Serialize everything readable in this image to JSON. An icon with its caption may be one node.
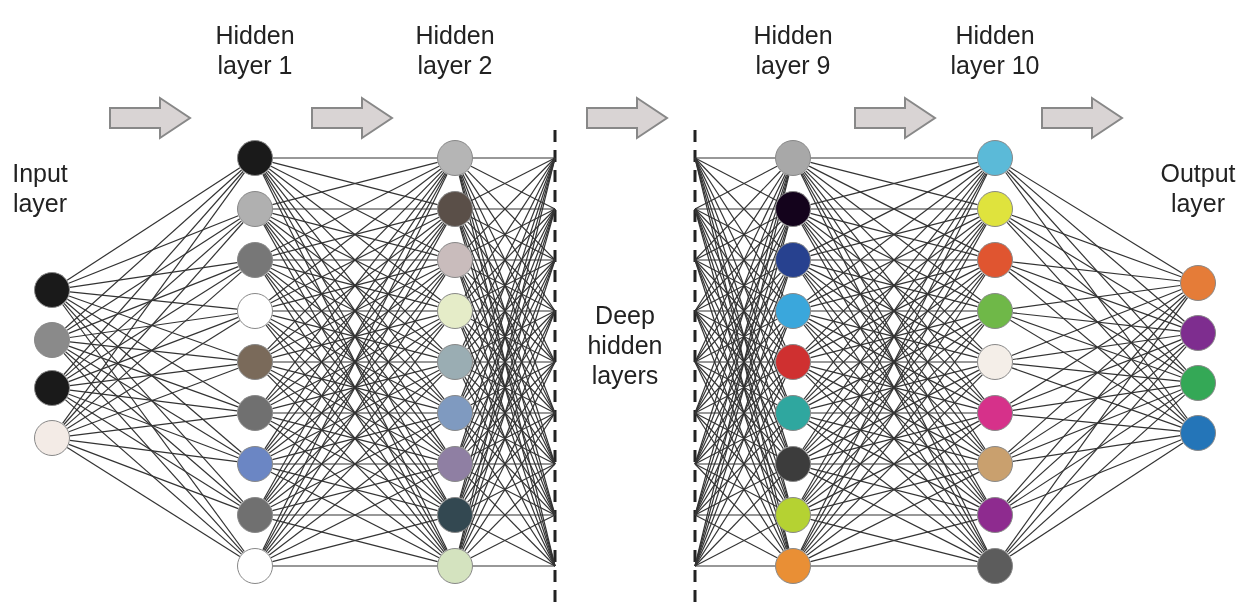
{
  "diagram": {
    "nodes": [
      {
        "text": [],
        "shape": "circle"
      },
      {
        "text": [],
        "shape": "circle"
      },
      {
        "text": [],
        "shape": "circle"
      },
      {
        "text": [],
        "shape": "circle"
      },
      {
        "text": [],
        "shape": "circle"
      },
      {
        "text": [],
        "shape": "circle"
      },
      {
        "text": [],
        "shape": "circle"
      },
      {
        "text": [],
        "shape": "circle"
      },
      {
        "text": [],
        "shape": "circle"
      },
      {
        "text": [],
        "shape": "circle"
      },
      {
        "text": [],
        "shape": "circle"
      },
      {
        "text": [],
        "shape": "circle"
      },
      {
        "text": [],
        "shape": "circle"
      },
      {
        "text": [],
        "shape": "circle"
      },
      {
        "text": [],
        "shape": "circle"
      },
      {
        "text": [],
        "shape": "circle"
      },
      {
        "text": [],
        "shape": "circle"
      },
      {
        "text": [],
        "shape": "circle"
      },
      {
        "text": [],
        "shape": "circle"
      },
      {
        "text": [],
        "shape": "circle"
      },
      {
        "text": [],
        "shape": "circle"
      },
      {
        "text": [],
        "shape": "circle"
      },
      {
        "text": [],
        "shape": "circle"
      },
      {
        "text": [],
        "shape": "circle"
      },
      {
        "text": [],
        "shape": "circle"
      },
      {
        "text": [],
        "shape": "circle"
      },
      {
        "text": [],
        "shape": "circle"
      },
      {
        "text": [],
        "shape": "circle"
      },
      {
        "text": [],
        "shape": "circle"
      },
      {
        "text": [],
        "shape": "circle"
      },
      {
        "text": [],
        "shape": "circle"
      },
      {
        "text": [],
        "shape": "circle"
      },
      {
        "text": [],
        "shape": "circle"
      },
      {
        "text": [],
        "shape": "circle"
      },
      {
        "text": [],
        "shape": "circle"
      },
      {
        "text": [],
        "shape": "circle"
      },
      {
        "text": [],
        "shape": "circle"
      },
      {
        "text": [],
        "shape": "circle"
      },
      {
        "text": [],
        "shape": "circle"
      },
      {
        "text": [],
        "shape": "circle"
      },
      {
        "text": [],
        "shape": "circle"
      },
      {
        "text": [],
        "shape": "circle"
      },
      {
        "text": [],
        "shape": "circle"
      },
      {
        "text": [],
        "shape": "circle"
      }
    ],
    "edges": [
      {
        "from": 0,
        "to": 4,
        "arrow": "none"
      },
      {
        "from": 0,
        "to": 5,
        "arrow": "none"
      },
      {
        "from": 0,
        "to": 6,
        "arrow": "none"
      },
      {
        "from": 0,
        "to": 7,
        "arrow": "none"
      },
      {
        "from": 0,
        "to": 8,
        "arrow": "none"
      },
      {
        "from": 0,
        "to": 9,
        "arrow": "none"
      },
      {
        "from": 0,
        "to": 10,
        "arrow": "none"
      },
      {
        "from": 0,
        "to": 11,
        "arrow": "none"
      },
      {
        "from": 0,
        "to": 12,
        "arrow": "none"
      },
      {
        "from": 1,
        "to": 4,
        "arrow": "none"
      },
      {
        "from": 1,
        "to": 5,
        "arrow": "none"
      },
      {
        "from": 1,
        "to": 6,
        "arrow": "none"
      },
      {
        "from": 1,
        "to": 7,
        "arrow": "none"
      },
      {
        "from": 1,
        "to": 8,
        "arrow": "none"
      },
      {
        "from": 1,
        "to": 9,
        "arrow": "none"
      },
      {
        "from": 1,
        "to": 10,
        "arrow": "none"
      },
      {
        "from": 1,
        "to": 11,
        "arrow": "none"
      },
      {
        "from": 1,
        "to": 12,
        "arrow": "none"
      },
      {
        "from": 2,
        "to": 4,
        "arrow": "none"
      },
      {
        "from": 2,
        "to": 5,
        "arrow": "none"
      },
      {
        "from": 2,
        "to": 6,
        "arrow": "none"
      },
      {
        "from": 2,
        "to": 7,
        "arrow": "none"
      },
      {
        "from": 2,
        "to": 8,
        "arrow": "none"
      },
      {
        "from": 2,
        "to": 9,
        "arrow": "none"
      },
      {
        "from": 2,
        "to": 10,
        "arrow": "none"
      },
      {
        "from": 2,
        "to": 11,
        "arrow": "none"
      },
      {
        "from": 2,
        "to": 12,
        "arrow": "none"
      },
      {
        "from": 3,
        "to": 4,
        "arrow": "none"
      },
      {
        "from": 3,
        "to": 5,
        "arrow": "none"
      },
      {
        "from": 3,
        "to": 6,
        "arrow": "none"
      },
      {
        "from": 3,
        "to": 7,
        "arrow": "none"
      },
      {
        "from": 3,
        "to": 8,
        "arrow": "none"
      },
      {
        "from": 3,
        "to": 9,
        "arrow": "none"
      },
      {
        "from": 3,
        "to": 10,
        "arrow": "none"
      },
      {
        "from": 3,
        "to": 11,
        "arrow": "none"
      },
      {
        "from": 3,
        "to": 12,
        "arrow": "none"
      },
      {
        "from": 4,
        "to": 13,
        "arrow": "none"
      },
      {
        "from": 4,
        "to": 14,
        "arrow": "none"
      },
      {
        "from": 4,
        "to": 15,
        "arrow": "none"
      },
      {
        "from": 4,
        "to": 16,
        "arrow": "none"
      },
      {
        "from": 4,
        "to": 17,
        "arrow": "none"
      },
      {
        "from": 4,
        "to": 18,
        "arrow": "none"
      },
      {
        "from": 4,
        "to": 19,
        "arrow": "none"
      },
      {
        "from": 4,
        "to": 20,
        "arrow": "none"
      },
      {
        "from": 4,
        "to": 21,
        "arrow": "none"
      },
      {
        "from": 5,
        "to": 13,
        "arrow": "none"
      },
      {
        "from": 5,
        "to": 14,
        "arrow": "none"
      },
      {
        "from": 5,
        "to": 15,
        "arrow": "none"
      },
      {
        "from": 5,
        "to": 16,
        "arrow": "none"
      },
      {
        "from": 5,
        "to": 17,
        "arrow": "none"
      },
      {
        "from": 5,
        "to": 18,
        "arrow": "none"
      },
      {
        "from": 5,
        "to": 19,
        "arrow": "none"
      },
      {
        "from": 5,
        "to": 20,
        "arrow": "none"
      },
      {
        "from": 5,
        "to": 21,
        "arrow": "none"
      },
      {
        "from": 6,
        "to": 13,
        "arrow": "none"
      },
      {
        "from": 6,
        "to": 14,
        "arrow": "none"
      },
      {
        "from": 6,
        "to": 15,
        "arrow": "none"
      },
      {
        "from": 6,
        "to": 16,
        "arrow": "none"
      },
      {
        "from": 6,
        "to": 17,
        "arrow": "none"
      },
      {
        "from": 6,
        "to": 18,
        "arrow": "none"
      },
      {
        "from": 6,
        "to": 19,
        "arrow": "none"
      },
      {
        "from": 6,
        "to": 20,
        "arrow": "none"
      },
      {
        "from": 6,
        "to": 21,
        "arrow": "none"
      },
      {
        "from": 7,
        "to": 13,
        "arrow": "none"
      },
      {
        "from": 7,
        "to": 14,
        "arrow": "none"
      },
      {
        "from": 7,
        "to": 15,
        "arrow": "none"
      },
      {
        "from": 7,
        "to": 16,
        "arrow": "none"
      },
      {
        "from": 7,
        "to": 17,
        "arrow": "none"
      },
      {
        "from": 7,
        "to": 18,
        "arrow": "none"
      },
      {
        "from": 7,
        "to": 19,
        "arrow": "none"
      },
      {
        "from": 7,
        "to": 20,
        "arrow": "none"
      },
      {
        "from": 7,
        "to": 21,
        "arrow": "none"
      },
      {
        "from": 8,
        "to": 13,
        "arrow": "none"
      },
      {
        "from": 8,
        "to": 14,
        "arrow": "none"
      },
      {
        "from": 8,
        "to": 15,
        "arrow": "none"
      },
      {
        "from": 8,
        "to": 16,
        "arrow": "none"
      },
      {
        "from": 8,
        "to": 17,
        "arrow": "none"
      },
      {
        "from": 8,
        "to": 18,
        "arrow": "none"
      },
      {
        "from": 8,
        "to": 19,
        "arrow": "none"
      },
      {
        "from": 8,
        "to": 20,
        "arrow": "none"
      },
      {
        "from": 8,
        "to": 21,
        "arrow": "none"
      },
      {
        "from": 9,
        "to": 13,
        "arrow": "none"
      },
      {
        "from": 9,
        "to": 14,
        "arrow": "none"
      },
      {
        "from": 9,
        "to": 15,
        "arrow": "none"
      },
      {
        "from": 9,
        "to": 16,
        "arrow": "none"
      },
      {
        "from": 9,
        "to": 17,
        "arrow": "none"
      },
      {
        "from": 9,
        "to": 18,
        "arrow": "none"
      },
      {
        "from": 9,
        "to": 19,
        "arrow": "none"
      },
      {
        "from": 9,
        "to": 20,
        "arrow": "none"
      },
      {
        "from": 9,
        "to": 21,
        "arrow": "none"
      },
      {
        "from": 10,
        "to": 13,
        "arrow": "none"
      },
      {
        "from": 10,
        "to": 14,
        "arrow": "none"
      },
      {
        "from": 10,
        "to": 15,
        "arrow": "none"
      },
      {
        "from": 10,
        "to": 16,
        "arrow": "none"
      },
      {
        "from": 10,
        "to": 17,
        "arrow": "none"
      },
      {
        "from": 10,
        "to": 18,
        "arrow": "none"
      },
      {
        "from": 10,
        "to": 19,
        "arrow": "none"
      },
      {
        "from": 10,
        "to": 20,
        "arrow": "none"
      },
      {
        "from": 10,
        "to": 21,
        "arrow": "none"
      },
      {
        "from": 11,
        "to": 13,
        "arrow": "none"
      },
      {
        "from": 11,
        "to": 14,
        "arrow": "none"
      },
      {
        "from": 11,
        "to": 15,
        "arrow": "none"
      },
      {
        "from": 11,
        "to": 16,
        "arrow": "none"
      },
      {
        "from": 11,
        "to": 17,
        "arrow": "none"
      },
      {
        "from": 11,
        "to": 18,
        "arrow": "none"
      },
      {
        "from": 11,
        "to": 19,
        "arrow": "none"
      },
      {
        "from": 11,
        "to": 20,
        "arrow": "none"
      },
      {
        "from": 11,
        "to": 21,
        "arrow": "none"
      },
      {
        "from": 12,
        "to": 13,
        "arrow": "none"
      },
      {
        "from": 12,
        "to": 14,
        "arrow": "none"
      },
      {
        "from": 12,
        "to": 15,
        "arrow": "none"
      },
      {
        "from": 12,
        "to": 16,
        "arrow": "none"
      },
      {
        "from": 12,
        "to": 17,
        "arrow": "none"
      },
      {
        "from": 12,
        "to": 18,
        "arrow": "none"
      },
      {
        "from": 12,
        "to": 19,
        "arrow": "none"
      },
      {
        "from": 12,
        "to": 20,
        "arrow": "none"
      },
      {
        "from": 12,
        "to": 21,
        "arrow": "none"
      },
      {
        "from": 13,
        "to": null,
        "arrow": "none"
      },
      {
        "from": 13,
        "to": null,
        "arrow": "none"
      },
      {
        "from": 13,
        "to": null,
        "arrow": "none"
      },
      {
        "from": 13,
        "to": null,
        "arrow": "none"
      },
      {
        "from": 13,
        "to": null,
        "arrow": "none"
      },
      {
        "from": 13,
        "to": null,
        "arrow": "none"
      },
      {
        "from": 13,
        "to": null,
        "arrow": "none"
      },
      {
        "from": 13,
        "to": null,
        "arrow": "none"
      },
      {
        "from": 13,
        "to": null,
        "arrow": "none"
      },
      {
        "from": 14,
        "to": null,
        "arrow": "none"
      },
      {
        "from": 14,
        "to": null,
        "arrow": "none"
      },
      {
        "from": 14,
        "to": null,
        "arrow": "none"
      },
      {
        "from": 14,
        "to": null,
        "arrow": "none"
      },
      {
        "from": 14,
        "to": null,
        "arrow": "none"
      },
      {
        "from": 14,
        "to": null,
        "arrow": "none"
      },
      {
        "from": 14,
        "to": null,
        "arrow": "none"
      },
      {
        "from": 14,
        "to": null,
        "arrow": "none"
      },
      {
        "from": 14,
        "to": null,
        "arrow": "none"
      },
      {
        "from": 15,
        "to": null,
        "arrow": "none"
      },
      {
        "from": 15,
        "to": null,
        "arrow": "none"
      },
      {
        "from": 15,
        "to": null,
        "arrow": "none"
      },
      {
        "from": 15,
        "to": null,
        "arrow": "none"
      },
      {
        "from": 15,
        "to": null,
        "arrow": "none"
      },
      {
        "from": 15,
        "to": null,
        "arrow": "none"
      },
      {
        "from": 15,
        "to": null,
        "arrow": "none"
      },
      {
        "from": 15,
        "to": null,
        "arrow": "none"
      },
      {
        "from": 15,
        "to": null,
        "arrow": "none"
      },
      {
        "from": 16,
        "to": null,
        "arrow": "none"
      },
      {
        "from": 16,
        "to": null,
        "arrow": "none"
      },
      {
        "from": 16,
        "to": null,
        "arrow": "none"
      },
      {
        "from": 16,
        "to": null,
        "arrow": "none"
      },
      {
        "from": 16,
        "to": null,
        "arrow": "none"
      },
      {
        "from": 16,
        "to": null,
        "arrow": "none"
      },
      {
        "from": 16,
        "to": null,
        "arrow": "none"
      },
      {
        "from": 16,
        "to": null,
        "arrow": "none"
      },
      {
        "from": 16,
        "to": null,
        "arrow": "none"
      },
      {
        "from": 17,
        "to": null,
        "arrow": "none"
      },
      {
        "from": 17,
        "to": null,
        "arrow": "none"
      },
      {
        "from": 17,
        "to": null,
        "arrow": "none"
      },
      {
        "from": 17,
        "to": null,
        "arrow": "none"
      },
      {
        "from": 17,
        "to": null,
        "arrow": "none"
      },
      {
        "from": 17,
        "to": null,
        "arrow": "none"
      },
      {
        "from": 17,
        "to": null,
        "arrow": "none"
      },
      {
        "from": 17,
        "to": null,
        "arrow": "none"
      },
      {
        "from": 17,
        "to": null,
        "arrow": "none"
      },
      {
        "from": 18,
        "to": null,
        "arrow": "none"
      },
      {
        "from": 18,
        "to": null,
        "arrow": "none"
      },
      {
        "from": 18,
        "to": null,
        "arrow": "none"
      },
      {
        "from": 18,
        "to": null,
        "arrow": "none"
      },
      {
        "from": 18,
        "to": null,
        "arrow": "none"
      },
      {
        "from": 18,
        "to": null,
        "arrow": "none"
      },
      {
        "from": 18,
        "to": null,
        "arrow": "none"
      },
      {
        "from": 18,
        "to": null,
        "arrow": "none"
      },
      {
        "from": 18,
        "to": null,
        "arrow": "none"
      },
      {
        "from": 19,
        "to": null,
        "arrow": "none"
      },
      {
        "from": 19,
        "to": null,
        "arrow": "none"
      },
      {
        "from": 19,
        "to": null,
        "arrow": "none"
      },
      {
        "from": 19,
        "to": null,
        "arrow": "none"
      },
      {
        "from": 19,
        "to": null,
        "arrow": "none"
      },
      {
        "from": 19,
        "to": null,
        "arrow": "none"
      },
      {
        "from": 19,
        "to": null,
        "arrow": "none"
      },
      {
        "from": 19,
        "to": null,
        "arrow": "none"
      },
      {
        "from": 19,
        "to": null,
        "arrow": "none"
      },
      {
        "from": 20,
        "to": null,
        "arrow": "none"
      },
      {
        "from": 20,
        "to": null,
        "arrow": "none"
      },
      {
        "from": 20,
        "to": null,
        "arrow": "none"
      },
      {
        "from": 20,
        "to": null,
        "arrow": "none"
      },
      {
        "from": 20,
        "to": null,
        "arrow": "none"
      },
      {
        "from": 20,
        "to": null,
        "arrow": "none"
      },
      {
        "from": 20,
        "to": null,
        "arrow": "none"
      },
      {
        "from": 20,
        "to": null,
        "arrow": "none"
      },
      {
        "from": 20,
        "to": null,
        "arrow": "none"
      },
      {
        "from": 21,
        "to": null,
        "arrow": "none"
      },
      {
        "from": 21,
        "to": null,
        "arrow": "none"
      },
      {
        "from": 21,
        "to": null,
        "arrow": "none"
      },
      {
        "from": 21,
        "to": null,
        "arrow": "none"
      },
      {
        "from": 21,
        "to": null,
        "arrow": "none"
      },
      {
        "from": 21,
        "to": null,
        "arrow": "none"
      },
      {
        "from": 21,
        "to": null,
        "arrow": "none"
      },
      {
        "from": 21,
        "to": null,
        "arrow": "none"
      },
      {
        "from": 21,
        "to": null,
        "arrow": "none"
      },
      {
        "from": null,
        "to": 22,
        "arrow": "none"
      },
      {
        "from": null,
        "to": 22,
        "arrow": "none"
      },
      {
        "from": null,
        "to": 22,
        "arrow": "none"
      },
      {
        "from": null,
        "to": 22,
        "arrow": "none"
      },
      {
        "from": null,
        "to": 22,
        "arrow": "none"
      },
      {
        "from": null,
        "to": 22,
        "arrow": "none"
      },
      {
        "from": null,
        "to": 22,
        "arrow": "none"
      },
      {
        "from": null,
        "to": 22,
        "arrow": "none"
      },
      {
        "from": null,
        "to": 22,
        "arrow": "none"
      },
      {
        "from": null,
        "to": 23,
        "arrow": "none"
      },
      {
        "from": null,
        "to": 23,
        "arrow": "none"
      },
      {
        "from": null,
        "to": 23,
        "arrow": "none"
      },
      {
        "from": null,
        "to": 23,
        "arrow": "none"
      },
      {
        "from": null,
        "to": 23,
        "arrow": "none"
      },
      {
        "from": null,
        "to": 23,
        "arrow": "none"
      },
      {
        "from": null,
        "to": 23,
        "arrow": "none"
      },
      {
        "from": null,
        "to": 23,
        "arrow": "none"
      },
      {
        "from": null,
        "to": 23,
        "arrow": "none"
      },
      {
        "from": null,
        "to": 24,
        "arrow": "none"
      },
      {
        "from": null,
        "to": 24,
        "arrow": "none"
      },
      {
        "from": null,
        "to": 24,
        "arrow": "none"
      },
      {
        "from": null,
        "to": 24,
        "arrow": "none"
      },
      {
        "from": null,
        "to": 24,
        "arrow": "none"
      },
      {
        "from": null,
        "to": 24,
        "arrow": "none"
      },
      {
        "from": null,
        "to": 24,
        "arrow": "none"
      },
      {
        "from": null,
        "to": 24,
        "arrow": "none"
      },
      {
        "from": null,
        "to": 24,
        "arrow": "none"
      },
      {
        "from": null,
        "to": 25,
        "arrow": "none"
      },
      {
        "from": null,
        "to": 25,
        "arrow": "none"
      },
      {
        "from": null,
        "to": 25,
        "arrow": "none"
      },
      {
        "from": null,
        "to": 25,
        "arrow": "none"
      },
      {
        "from": null,
        "to": 25,
        "arrow": "none"
      },
      {
        "from": null,
        "to": 25,
        "arrow": "none"
      },
      {
        "from": null,
        "to": 25,
        "arrow": "none"
      },
      {
        "from": null,
        "to": 25,
        "arrow": "none"
      },
      {
        "from": null,
        "to": 25,
        "arrow": "none"
      },
      {
        "from": null,
        "to": 26,
        "arrow": "none"
      },
      {
        "from": null,
        "to": 26,
        "arrow": "none"
      },
      {
        "from": null,
        "to": 26,
        "arrow": "none"
      },
      {
        "from": null,
        "to": 26,
        "arrow": "none"
      },
      {
        "from": null,
        "to": 26,
        "arrow": "none"
      },
      {
        "from": null,
        "to": 26,
        "arrow": "none"
      },
      {
        "from": null,
        "to": 26,
        "arrow": "none"
      },
      {
        "from": null,
        "to": 26,
        "arrow": "none"
      },
      {
        "from": null,
        "to": 26,
        "arrow": "none"
      },
      {
        "from": null,
        "to": 27,
        "arrow": "none"
      },
      {
        "from": null,
        "to": 27,
        "arrow": "none"
      },
      {
        "from": null,
        "to": 27,
        "arrow": "none"
      },
      {
        "from": null,
        "to": 27,
        "arrow": "none"
      },
      {
        "from": null,
        "to": 27,
        "arrow": "none"
      },
      {
        "from": null,
        "to": 27,
        "arrow": "none"
      },
      {
        "from": null,
        "to": 27,
        "arrow": "none"
      },
      {
        "from": null,
        "to": 27,
        "arrow": "none"
      },
      {
        "from": null,
        "to": 27,
        "arrow": "none"
      },
      {
        "from": null,
        "to": 28,
        "arrow": "none"
      },
      {
        "from": null,
        "to": 28,
        "arrow": "none"
      },
      {
        "from": null,
        "to": 28,
        "arrow": "none"
      },
      {
        "from": null,
        "to": 28,
        "arrow": "none"
      },
      {
        "from": null,
        "to": 28,
        "arrow": "none"
      },
      {
        "from": null,
        "to": 28,
        "arrow": "none"
      },
      {
        "from": null,
        "to": 28,
        "arrow": "none"
      },
      {
        "from": null,
        "to": 28,
        "arrow": "none"
      },
      {
        "from": null,
        "to": 28,
        "arrow": "none"
      },
      {
        "from": null,
        "to": 29,
        "arrow": "none"
      },
      {
        "from": null,
        "to": 29,
        "arrow": "none"
      },
      {
        "from": null,
        "to": 29,
        "arrow": "none"
      },
      {
        "from": null,
        "to": 29,
        "arrow": "none"
      },
      {
        "from": null,
        "to": 29,
        "arrow": "none"
      },
      {
        "from": null,
        "to": 29,
        "arrow": "none"
      },
      {
        "from": null,
        "to": 29,
        "arrow": "none"
      },
      {
        "from": null,
        "to": 29,
        "arrow": "none"
      },
      {
        "from": null,
        "to": 29,
        "arrow": "none"
      },
      {
        "from": null,
        "to": 30,
        "arrow": "none"
      },
      {
        "from": null,
        "to": 30,
        "arrow": "none"
      },
      {
        "from": null,
        "to": 30,
        "arrow": "none"
      },
      {
        "from": null,
        "to": 30,
        "arrow": "none"
      },
      {
        "from": null,
        "to": 30,
        "arrow": "none"
      },
      {
        "from": null,
        "to": 30,
        "arrow": "none"
      },
      {
        "from": null,
        "to": 30,
        "arrow": "none"
      },
      {
        "from": null,
        "to": 30,
        "arrow": "none"
      },
      {
        "from": null,
        "to": 30,
        "arrow": "none"
      },
      {
        "from": 22,
        "to": 31,
        "arrow": "none"
      },
      {
        "from": 22,
        "to": 32,
        "arrow": "none"
      },
      {
        "from": 22,
        "to": 33,
        "arrow": "none"
      },
      {
        "from": 22,
        "to": 34,
        "arrow": "none"
      },
      {
        "from": 22,
        "to": 35,
        "arrow": "none"
      },
      {
        "from": 22,
        "to": 36,
        "arrow": "none"
      },
      {
        "from": 22,
        "to": 37,
        "arrow": "none"
      },
      {
        "from": 22,
        "to": 38,
        "arrow": "none"
      },
      {
        "from": 22,
        "to": 39,
        "arrow": "none"
      },
      {
        "from": 23,
        "to": 31,
        "arrow": "none"
      },
      {
        "from": 23,
        "to": 32,
        "arrow": "none"
      },
      {
        "from": 23,
        "to": 33,
        "arrow": "none"
      },
      {
        "from": 23,
        "to": 34,
        "arrow": "none"
      },
      {
        "from": 23,
        "to": 35,
        "arrow": "none"
      },
      {
        "from": 23,
        "to": 36,
        "arrow": "none"
      },
      {
        "from": 23,
        "to": 37,
        "arrow": "none"
      },
      {
        "from": 23,
        "to": 38,
        "arrow": "none"
      },
      {
        "from": 23,
        "to": 39,
        "arrow": "none"
      },
      {
        "from": 24,
        "to": 31,
        "arrow": "none"
      },
      {
        "from": 24,
        "to": 32,
        "arrow": "none"
      },
      {
        "from": 24,
        "to": 33,
        "arrow": "none"
      },
      {
        "from": 24,
        "to": 34,
        "arrow": "none"
      },
      {
        "from": 24,
        "to": 35,
        "arrow": "none"
      },
      {
        "from": 24,
        "to": 36,
        "arrow": "none"
      },
      {
        "from": 24,
        "to": 37,
        "arrow": "none"
      },
      {
        "from": 24,
        "to": 38,
        "arrow": "none"
      },
      {
        "from": 24,
        "to": 39,
        "arrow": "none"
      },
      {
        "from": 25,
        "to": 31,
        "arrow": "none"
      },
      {
        "from": 25,
        "to": 32,
        "arrow": "none"
      },
      {
        "from": 25,
        "to": 33,
        "arrow": "none"
      },
      {
        "from": 25,
        "to": 34,
        "arrow": "none"
      },
      {
        "from": 25,
        "to": 35,
        "arrow": "none"
      },
      {
        "from": 25,
        "to": 36,
        "arrow": "none"
      },
      {
        "from": 25,
        "to": 37,
        "arrow": "none"
      },
      {
        "from": 25,
        "to": 38,
        "arrow": "none"
      },
      {
        "from": 25,
        "to": 39,
        "arrow": "none"
      },
      {
        "from": 26,
        "to": 31,
        "arrow": "none"
      },
      {
        "from": 26,
        "to": 32,
        "arrow": "none"
      },
      {
        "from": 26,
        "to": 33,
        "arrow": "none"
      },
      {
        "from": 26,
        "to": 34,
        "arrow": "none"
      },
      {
        "from": 26,
        "to": 35,
        "arrow": "none"
      },
      {
        "from": 26,
        "to": 36,
        "arrow": "none"
      },
      {
        "from": 26,
        "to": 37,
        "arrow": "none"
      },
      {
        "from": 26,
        "to": 38,
        "arrow": "none"
      },
      {
        "from": 26,
        "to": 39,
        "arrow": "none"
      },
      {
        "from": 27,
        "to": 31,
        "arrow": "none"
      },
      {
        "from": 27,
        "to": 32,
        "arrow": "none"
      },
      {
        "from": 27,
        "to": 33,
        "arrow": "none"
      },
      {
        "from": 27,
        "to": 34,
        "arrow": "none"
      },
      {
        "from": 27,
        "to": 35,
        "arrow": "none"
      },
      {
        "from": 27,
        "to": 36,
        "arrow": "none"
      },
      {
        "from": 27,
        "to": 37,
        "arrow": "none"
      },
      {
        "from": 27,
        "to": 38,
        "arrow": "none"
      },
      {
        "from": 27,
        "to": 39,
        "arrow": "none"
      },
      {
        "from": 28,
        "to": 31,
        "arrow": "none"
      },
      {
        "from": 28,
        "to": 32,
        "arrow": "none"
      },
      {
        "from": 28,
        "to": 33,
        "arrow": "none"
      },
      {
        "from": 28,
        "to": 34,
        "arrow": "none"
      },
      {
        "from": 28,
        "to": 35,
        "arrow": "none"
      },
      {
        "from": 28,
        "to": 36,
        "arrow": "none"
      },
      {
        "from": 28,
        "to": 37,
        "arrow": "none"
      },
      {
        "from": 28,
        "to": 38,
        "arrow": "none"
      },
      {
        "from": 28,
        "to": 39,
        "arrow": "none"
      },
      {
        "from": 29,
        "to": 31,
        "arrow": "none"
      },
      {
        "from": 29,
        "to": 32,
        "arrow": "none"
      },
      {
        "from": 29,
        "to": 33,
        "arrow": "none"
      },
      {
        "from": 29,
        "to": 34,
        "arrow": "none"
      },
      {
        "from": 29,
        "to": 35,
        "arrow": "none"
      },
      {
        "from": 29,
        "to": 36,
        "arrow": "none"
      },
      {
        "from": 29,
        "to": 37,
        "arrow": "none"
      },
      {
        "from": 29,
        "to": 38,
        "arrow": "none"
      },
      {
        "from": 29,
        "to": 39,
        "arrow": "none"
      },
      {
        "from": 30,
        "to": 31,
        "arrow": "none"
      },
      {
        "from": 30,
        "to": 32,
        "arrow": "none"
      },
      {
        "from": 30,
        "to": 33,
        "arrow": "none"
      },
      {
        "from": 30,
        "to": 34,
        "arrow": "none"
      },
      {
        "from": 30,
        "to": 35,
        "arrow": "none"
      },
      {
        "from": 30,
        "to": 36,
        "arrow": "none"
      },
      {
        "from": 30,
        "to": 37,
        "arrow": "none"
      },
      {
        "from": 30,
        "to": 38,
        "arrow": "none"
      },
      {
        "from": 30,
        "to": 39,
        "arrow": "none"
      },
      {
        "from": 31,
        "to": 40,
        "arrow": "none"
      },
      {
        "from": 31,
        "to": 41,
        "arrow": "none"
      },
      {
        "from": 31,
        "to": 42,
        "arrow": "none"
      },
      {
        "from": 31,
        "to": 43,
        "arrow": "none"
      },
      {
        "from": 32,
        "to": 40,
        "arrow": "none"
      },
      {
        "from": 32,
        "to": 41,
        "arrow": "none"
      },
      {
        "from": 32,
        "to": 42,
        "arrow": "none"
      },
      {
        "from": 32,
        "to": 43,
        "arrow": "none"
      },
      {
        "from": 33,
        "to": 40,
        "arrow": "none"
      },
      {
        "from": 33,
        "to": 41,
        "arrow": "none"
      },
      {
        "from": 33,
        "to": 42,
        "arrow": "none"
      },
      {
        "from": 33,
        "to": 43,
        "arrow": "none"
      },
      {
        "from": 34,
        "to": 40,
        "arrow": "none"
      },
      {
        "from": 34,
        "to": 41,
        "arrow": "none"
      },
      {
        "from": 34,
        "to": 42,
        "arrow": "none"
      },
      {
        "from": 34,
        "to": 43,
        "arrow": "none"
      },
      {
        "from": 35,
        "to": 40,
        "arrow": "none"
      },
      {
        "from": 35,
        "to": 41,
        "arrow": "none"
      },
      {
        "from": 35,
        "to": 42,
        "arrow": "none"
      },
      {
        "from": 35,
        "to": 43,
        "arrow": "none"
      },
      {
        "from": 36,
        "to": 40,
        "arrow": "none"
      },
      {
        "from": 36,
        "to": 41,
        "arrow": "none"
      },
      {
        "from": 36,
        "to": 42,
        "arrow": "none"
      },
      {
        "from": 36,
        "to": 43,
        "arrow": "none"
      },
      {
        "from": 37,
        "to": 40,
        "arrow": "none"
      },
      {
        "from": 37,
        "to": 41,
        "arrow": "none"
      },
      {
        "from": 37,
        "to": 42,
        "arrow": "none"
      },
      {
        "from": 37,
        "to": 43,
        "arrow": "none"
      },
      {
        "from": 38,
        "to": 40,
        "arrow": "none"
      },
      {
        "from": 38,
        "to": 41,
        "arrow": "none"
      },
      {
        "from": 38,
        "to": 42,
        "arrow": "none"
      },
      {
        "from": 38,
        "to": 43,
        "arrow": "none"
      },
      {
        "from": 39,
        "to": 40,
        "arrow": "none"
      },
      {
        "from": 39,
        "to": 41,
        "arrow": "none"
      },
      {
        "from": 39,
        "to": 42,
        "arrow": "none"
      },
      {
        "from": 39,
        "to": 43,
        "arrow": "none"
      }
    ],
    "labels": [
      "Hidden layer 1",
      "Hidden layer 2",
      "Hidden layer 9",
      "Hidden layer 10",
      "Input layer",
      "Output layer",
      "Deep hidden layers"
    ]
  }
}
